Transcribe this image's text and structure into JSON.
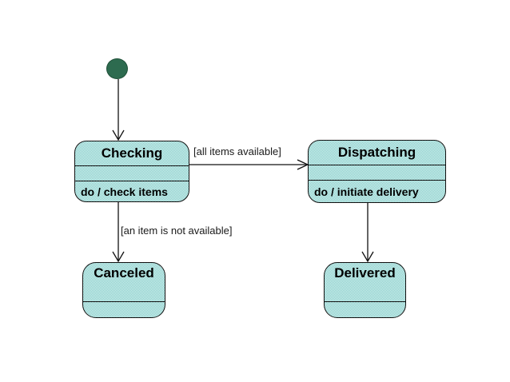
{
  "diagram": {
    "type": "uml-state-diagram",
    "colors": {
      "state_fill_average": "#aadedb",
      "state_fill_dither_dark": "#7fccc9",
      "state_fill_dither_light": "#ddf2f0",
      "state_border": "#111111",
      "initial_state_fill": "#2d6b4f",
      "text": "#000000",
      "background": "#ffffff"
    },
    "initial_state": {
      "name": "initial"
    },
    "states": [
      {
        "id": "checking",
        "title": "Checking",
        "activity": "do / check items"
      },
      {
        "id": "dispatching",
        "title": "Dispatching",
        "activity": "do / initiate delivery"
      },
      {
        "id": "canceled",
        "title": "Canceled",
        "activity": ""
      },
      {
        "id": "delivered",
        "title": "Delivered",
        "activity": ""
      }
    ],
    "transitions": [
      {
        "from": "initial",
        "to": "checking",
        "label": ""
      },
      {
        "from": "checking",
        "to": "dispatching",
        "label": "[all items available]"
      },
      {
        "from": "checking",
        "to": "canceled",
        "label": "[an item is not available]"
      },
      {
        "from": "dispatching",
        "to": "delivered",
        "label": ""
      }
    ]
  }
}
